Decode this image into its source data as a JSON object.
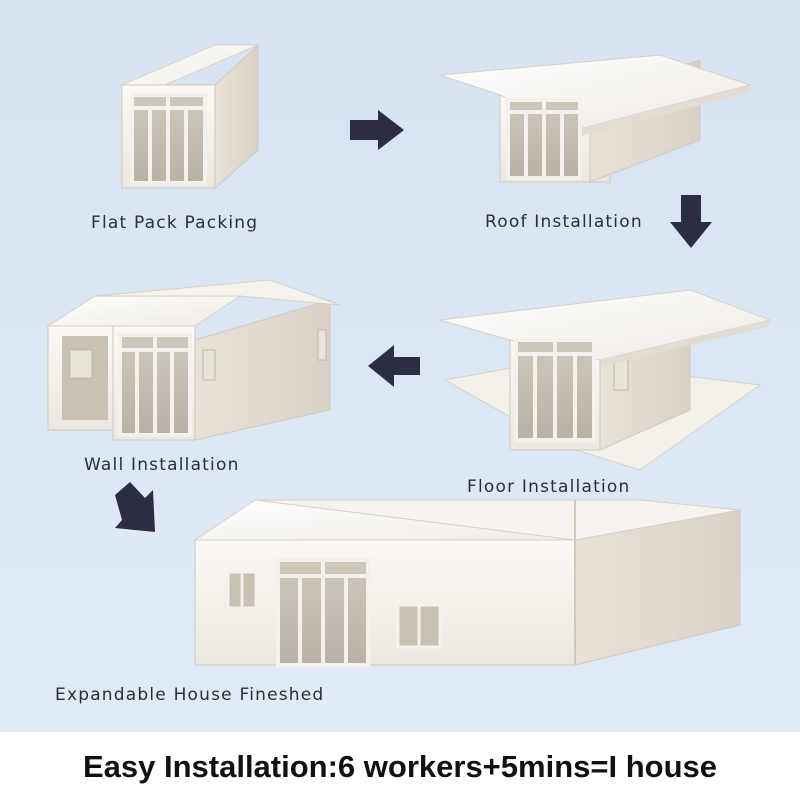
{
  "steps": [
    {
      "label": "Flat Pack Packing"
    },
    {
      "label": "Roof Installation"
    },
    {
      "label": "Wall Installation"
    },
    {
      "label": "Floor Installation"
    },
    {
      "label": "Expandable House Fineshed"
    }
  ],
  "caption": "Easy Installation:6 workers+5mins=I house",
  "colors": {
    "background": "#dde7f4",
    "arrow": "#2b2d45",
    "house_light": "#f7f4ef",
    "house_shade": "#e3ddd3",
    "caption_bar": "#ffffff"
  }
}
